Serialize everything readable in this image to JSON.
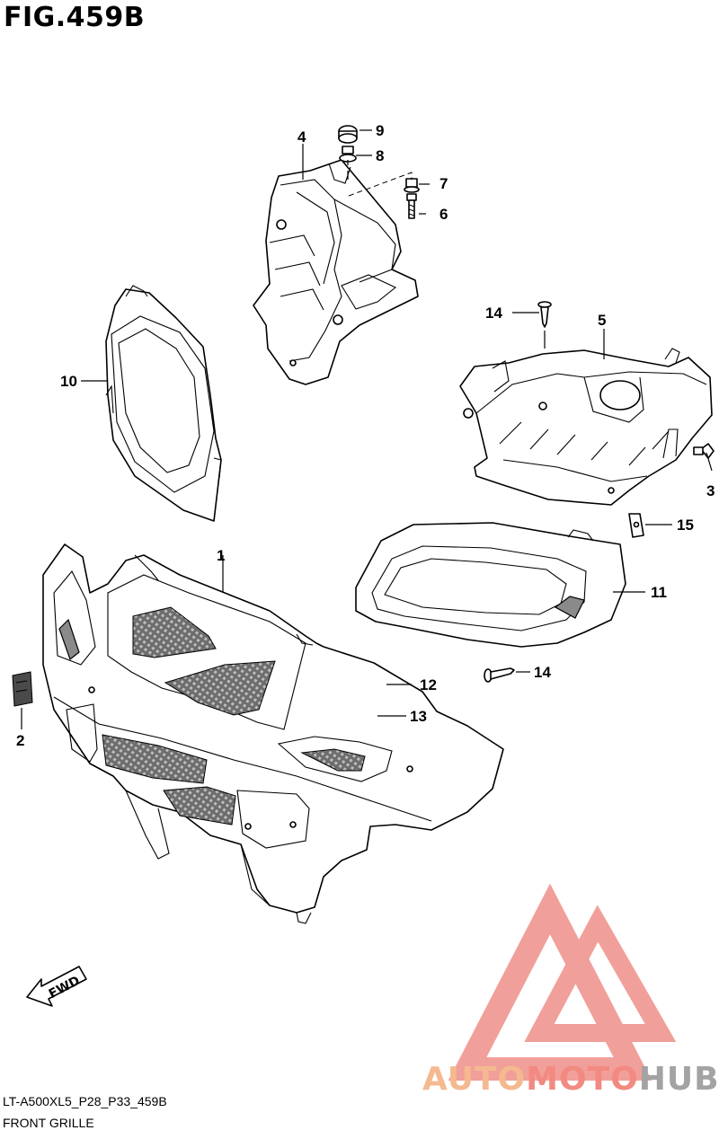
{
  "figure": {
    "title": "FIG.459B",
    "code": "LT-A500XL5_P28_P33_459B",
    "name": "FRONT GRILLE"
  },
  "callouts": [
    "1",
    "2",
    "3",
    "4",
    "5",
    "6",
    "7",
    "8",
    "9",
    "10",
    "11",
    "12",
    "13",
    "14",
    "14",
    "15"
  ],
  "fwd_label": "FWD",
  "watermark": {
    "part_a": "AUTO",
    "part_b": "MOTO",
    "part_c": "HUB",
    "colors": {
      "auto": "#f5b98f",
      "moto": "#f28a82",
      "hub": "#a3a3a3",
      "logo": "#ef8f89"
    }
  }
}
